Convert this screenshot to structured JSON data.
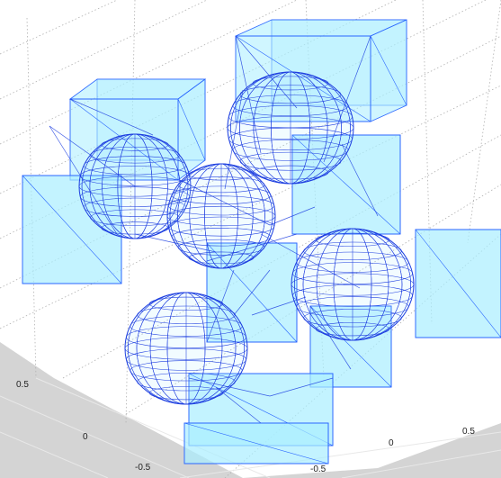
{
  "figure": {
    "background": "#ffffff",
    "floor_color": "#d4d4d4",
    "grid_color": "#b0b0b0",
    "face_color": "#aaeeff",
    "face_alpha": 0.55,
    "edge_color": "#2a66ff",
    "mesh_color": "#1f3fe0"
  },
  "axes": {
    "left": {
      "ticks": [
        "0.5",
        "0",
        "-0.5"
      ]
    },
    "bottom": {
      "ticks": [
        "-0.5"
      ]
    },
    "right": {
      "ticks": [
        "0",
        "0.5"
      ]
    }
  }
}
